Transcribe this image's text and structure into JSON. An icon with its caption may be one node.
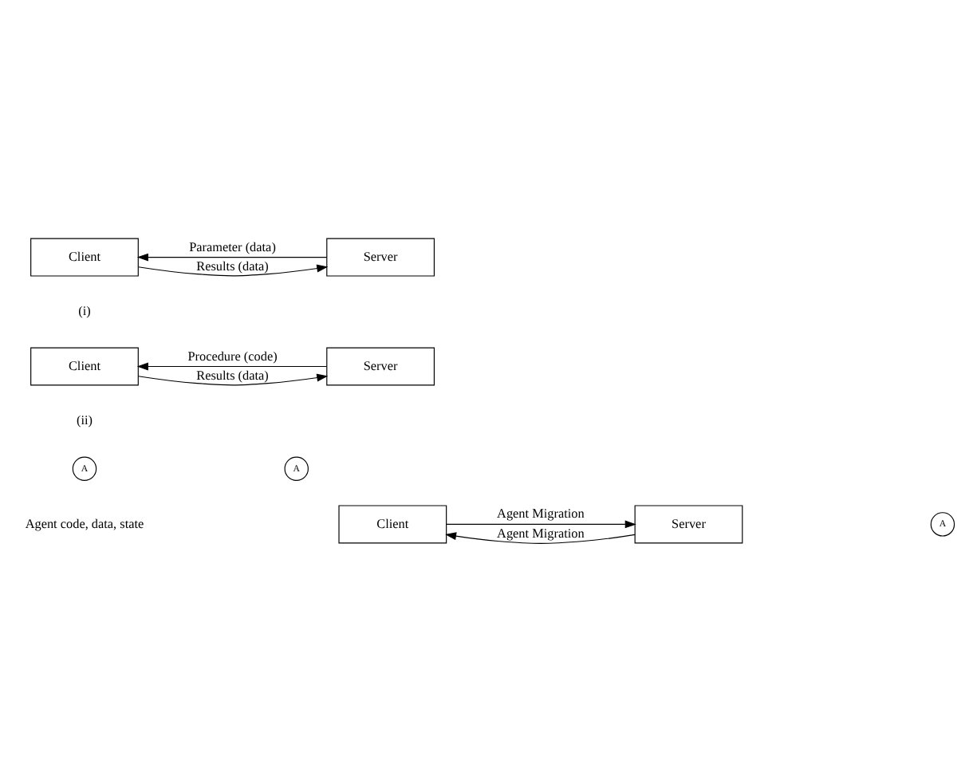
{
  "diagram": {
    "nodes": [
      {
        "text": [
          "Client"
        ]
      },
      {
        "text": [
          "Server"
        ]
      },
      {
        "text": [
          "Client"
        ]
      },
      {
        "text": [
          "Server"
        ]
      },
      {
        "text": [
          "A"
        ]
      },
      {
        "text": [
          "A"
        ]
      },
      {
        "text": [
          "Client"
        ]
      },
      {
        "text": [
          "Server"
        ]
      },
      {
        "text": [
          "A"
        ]
      }
    ],
    "edges": [
      {
        "from": 1,
        "to": 0,
        "arrow": "to",
        "label": "Parameter (data)"
      },
      {
        "from": 0,
        "to": 1,
        "arrow": "to",
        "label": "Results (data)"
      },
      {
        "from": 3,
        "to": 2,
        "arrow": "to",
        "label": "Procedure (code)"
      },
      {
        "from": 2,
        "to": 3,
        "arrow": "to",
        "label": "Results (data)"
      },
      {
        "from": 6,
        "to": 7,
        "arrow": "to",
        "label": "Agent Migration"
      },
      {
        "from": 7,
        "to": 6,
        "arrow": "to",
        "label": "Agent Migration"
      }
    ],
    "labels": [
      "(i)",
      "(ii)",
      "Agent code, data, state"
    ]
  }
}
